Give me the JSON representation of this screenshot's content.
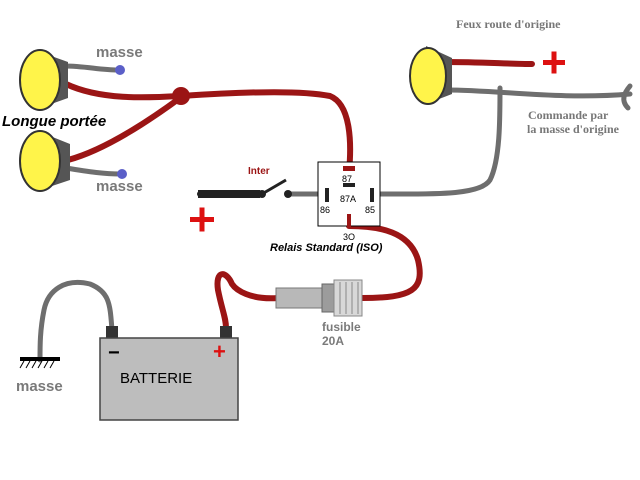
{
  "labels": {
    "masse_top": "masse",
    "masse_mid": "masse",
    "masse_bottom": "masse",
    "longue_portee": "Longue portée",
    "feux_route": "Feux route d'origine",
    "commande_line1": "Commande par",
    "commande_line2": "la masse d'origine",
    "inter": "Inter",
    "relais": "Relais Standard (ISO)",
    "pin_87": "87",
    "pin_87a": "87A",
    "pin_86": "86",
    "pin_85": "85",
    "pin_30": "3O",
    "fusible": "fusible",
    "fusible_rating": "20A",
    "batterie": "BATTERIE",
    "minus": "−",
    "plus_symbol": "+"
  },
  "colors": {
    "wire_power": "#9b1515",
    "wire_ground": "#707070",
    "plus_red": "#dd1111",
    "lamp_yellow": "#fff44a",
    "battery_gray": "#bdbdbd",
    "ground_dot": "#5b5fc8",
    "relay_pin": "#9b1515"
  }
}
